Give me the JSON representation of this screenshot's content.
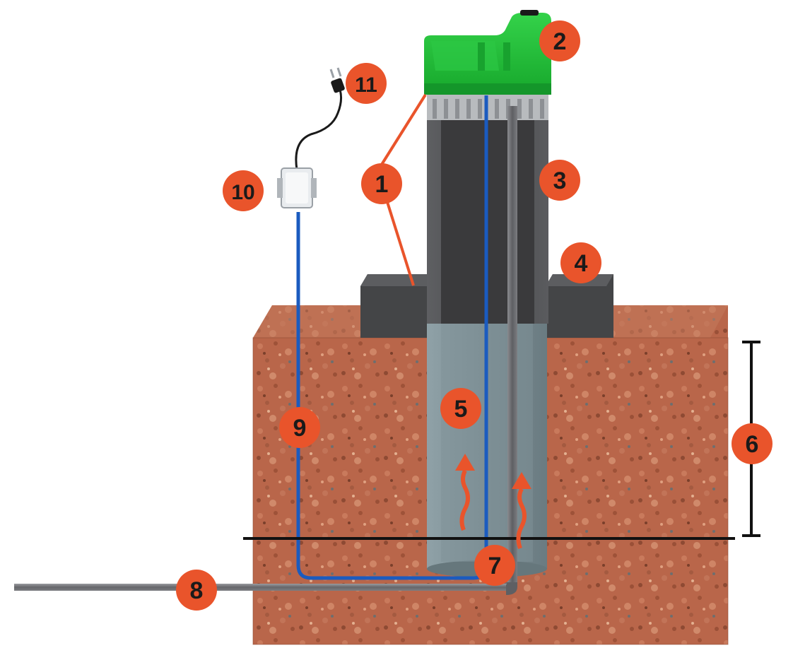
{
  "markers": [
    "1",
    "2",
    "3",
    "4",
    "5",
    "6",
    "7",
    "8",
    "9",
    "10",
    "11"
  ],
  "colors": {
    "marker_fill": "#e9542b",
    "marker_text": "#1a1a1a",
    "soil": "#b9664a",
    "soil_dark": "#8e4a33",
    "pipe_concrete": "#7b8d93",
    "casing": "#555659",
    "casing_inner": "#3a3a3c",
    "lid_green": "#22c23a",
    "insulation": "#444547",
    "cable_blue": "#1b5bbf",
    "steel_pipe": "#6b6c70",
    "heat_arrow": "#e9542b",
    "frost_line": "#111111"
  },
  "icons": [
    "plug-icon",
    "junction-box-icon",
    "heat-arrow-icon"
  ]
}
